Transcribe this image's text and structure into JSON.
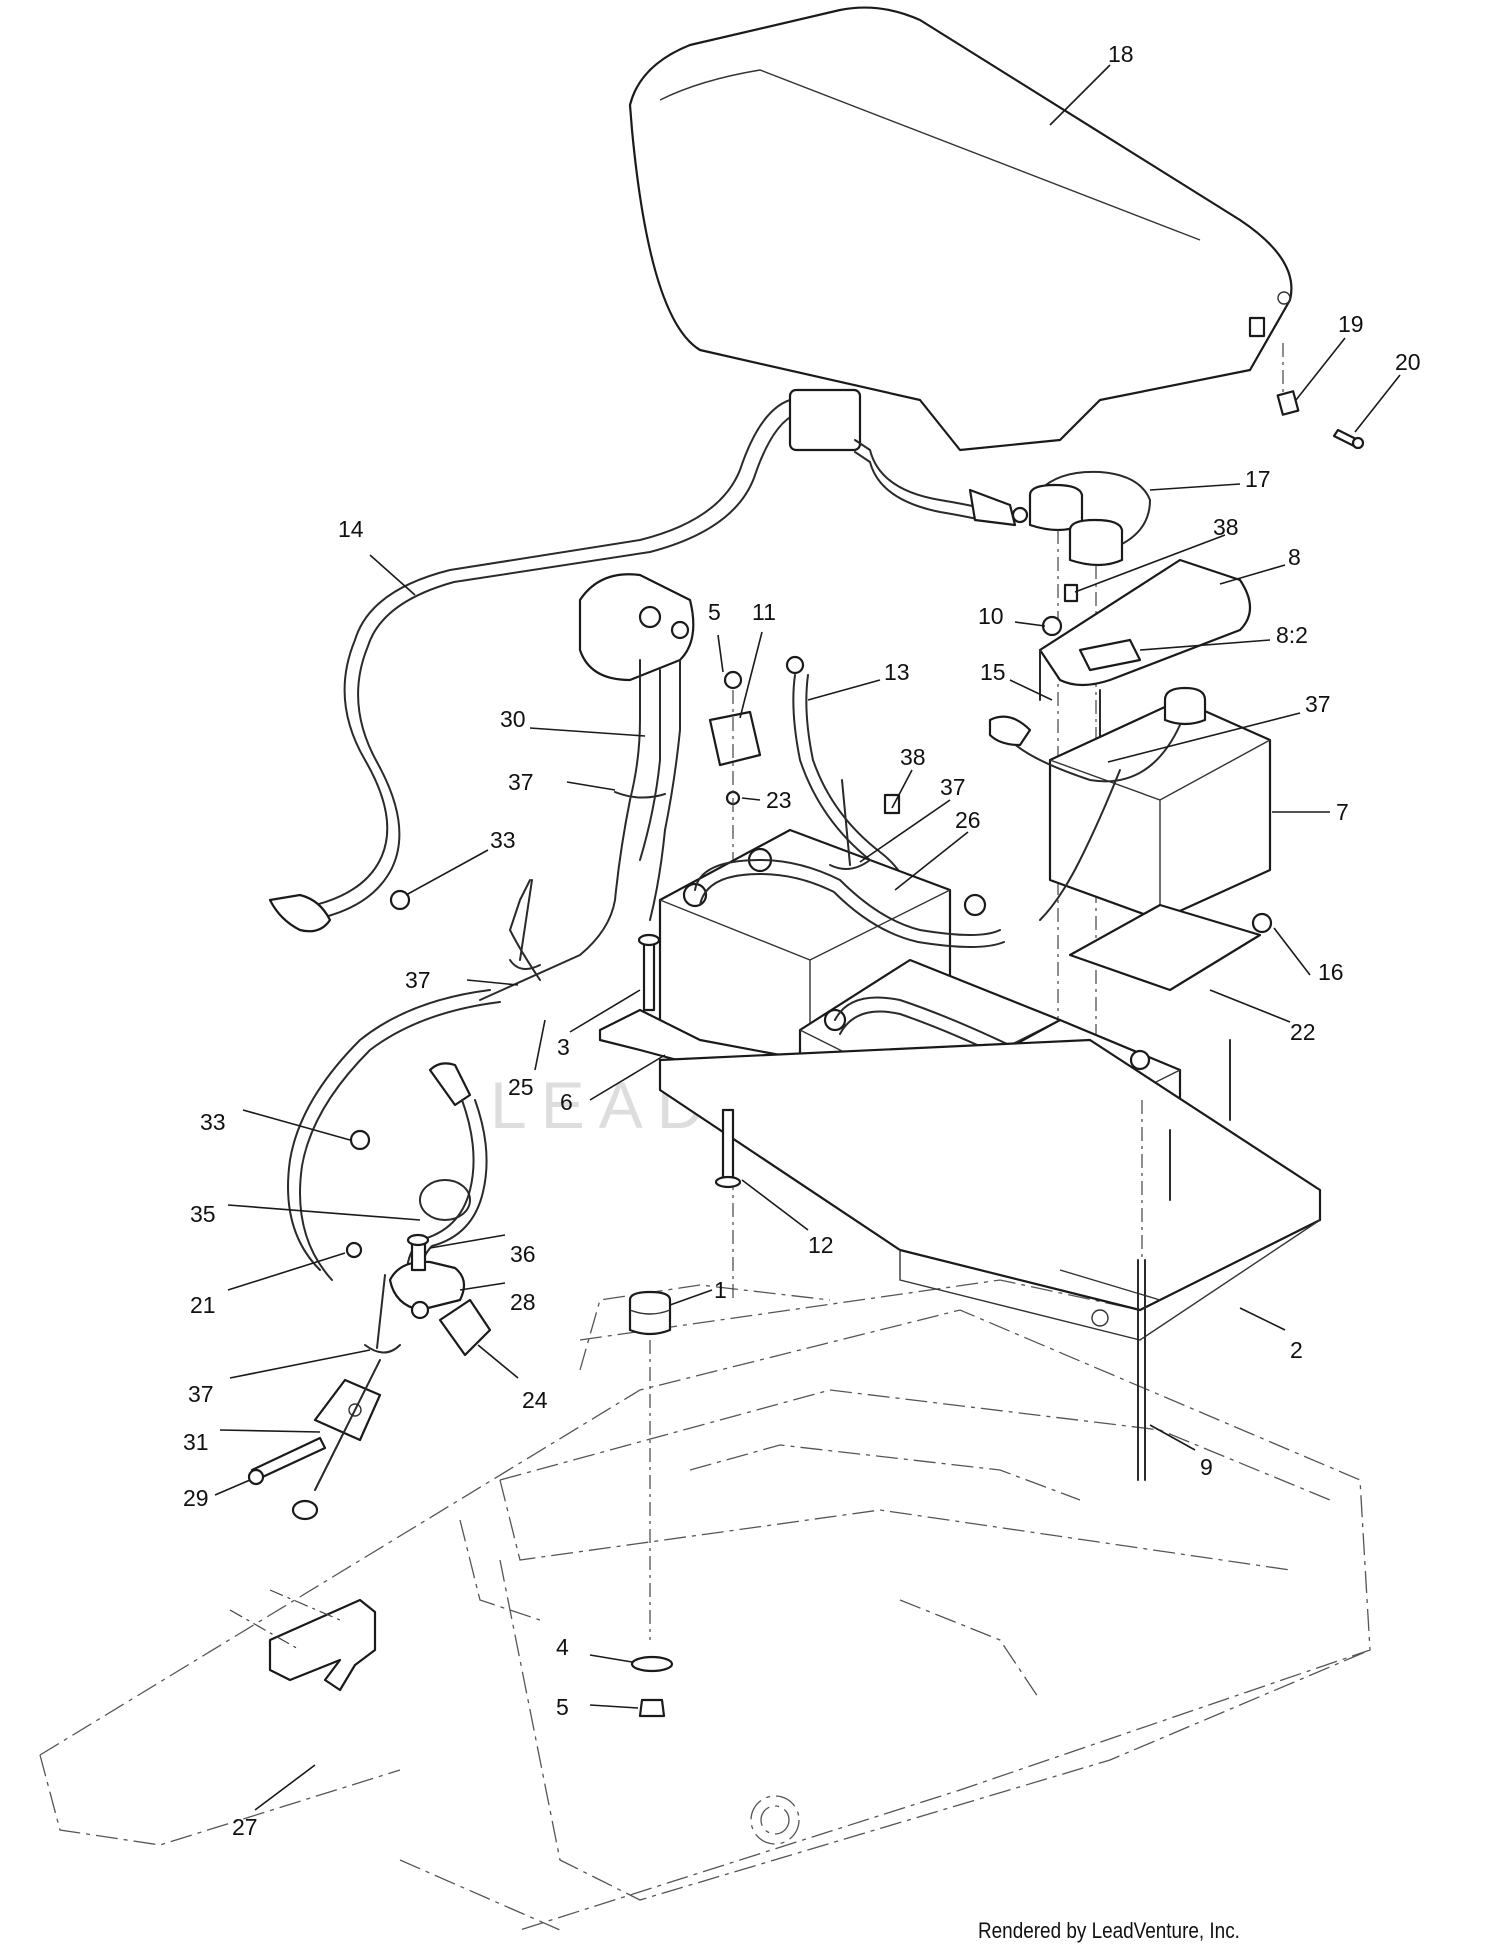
{
  "watermark": "LEADVENTURE",
  "credit": "Rendered by LeadVenture, Inc.",
  "callouts": [
    {
      "id": "c18",
      "label": "18"
    },
    {
      "id": "c19",
      "label": "19"
    },
    {
      "id": "c20",
      "label": "20"
    },
    {
      "id": "c17",
      "label": "17"
    },
    {
      "id": "c38a",
      "label": "38"
    },
    {
      "id": "c8",
      "label": "8"
    },
    {
      "id": "c82",
      "label": "8:2"
    },
    {
      "id": "c10",
      "label": "10"
    },
    {
      "id": "c14",
      "label": "14"
    },
    {
      "id": "c5a",
      "label": "5"
    },
    {
      "id": "c11",
      "label": "11"
    },
    {
      "id": "c13",
      "label": "13"
    },
    {
      "id": "c15",
      "label": "15"
    },
    {
      "id": "c37a",
      "label": "37"
    },
    {
      "id": "c30",
      "label": "30"
    },
    {
      "id": "c37b",
      "label": "37"
    },
    {
      "id": "c23",
      "label": "23"
    },
    {
      "id": "c38b",
      "label": "38"
    },
    {
      "id": "c37c",
      "label": "37"
    },
    {
      "id": "c7",
      "label": "7"
    },
    {
      "id": "c26",
      "label": "26"
    },
    {
      "id": "c33a",
      "label": "33"
    },
    {
      "id": "c37d",
      "label": "37"
    },
    {
      "id": "c16",
      "label": "16"
    },
    {
      "id": "c3",
      "label": "3"
    },
    {
      "id": "c22",
      "label": "22"
    },
    {
      "id": "c25",
      "label": "25"
    },
    {
      "id": "c6",
      "label": "6"
    },
    {
      "id": "c33b",
      "label": "33"
    },
    {
      "id": "c12",
      "label": "12"
    },
    {
      "id": "c35",
      "label": "35"
    },
    {
      "id": "c36",
      "label": "36"
    },
    {
      "id": "c21",
      "label": "21"
    },
    {
      "id": "c28",
      "label": "28"
    },
    {
      "id": "c1",
      "label": "1"
    },
    {
      "id": "c2",
      "label": "2"
    },
    {
      "id": "c37e",
      "label": "37"
    },
    {
      "id": "c24",
      "label": "24"
    },
    {
      "id": "c31",
      "label": "31"
    },
    {
      "id": "c9",
      "label": "9"
    },
    {
      "id": "c29",
      "label": "29"
    },
    {
      "id": "c4",
      "label": "4"
    },
    {
      "id": "c27",
      "label": "27"
    },
    {
      "id": "c5b",
      "label": "5"
    }
  ]
}
